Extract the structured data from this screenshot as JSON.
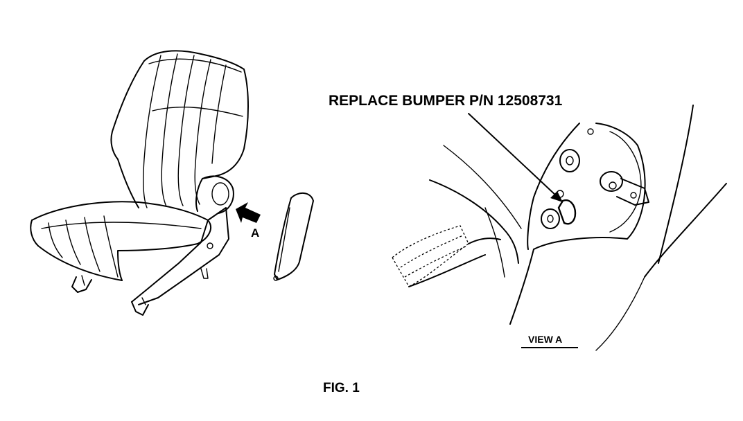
{
  "callout": {
    "text": "REPLACE BUMPER P/N 12508731"
  },
  "arrow_label": "A",
  "view_label": "VIEW A",
  "figure_caption": "FIG. 1"
}
